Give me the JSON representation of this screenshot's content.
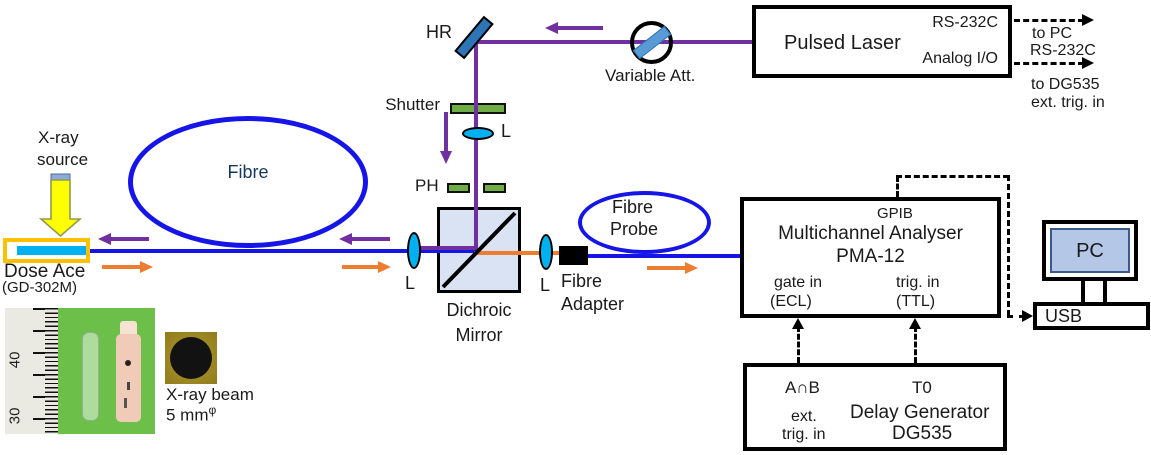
{
  "colors": {
    "laser_purple": "#7030A0",
    "luminescence_orange": "#ED7D31",
    "fibre_blue": "#1515E8",
    "optic_green": "#70AD47",
    "lens_cyan": "#00B0F0",
    "mirror_blue": "#2E75B6",
    "dichroic_fill": "#DAE3F3",
    "pc_screen_blue": "#B4C7E7",
    "dose_ace_gold": "#FFC000",
    "xray_arrow_yellow": "#FFFF00"
  },
  "xray": {
    "label_line1": "X-ray",
    "label_line2": "source"
  },
  "dose_ace": {
    "name": "Dose Ace",
    "model": "(GD-302M)"
  },
  "fibre_loop": {
    "label": "Fibre"
  },
  "optics": {
    "hr": "HR",
    "shutter": "Shutter",
    "lens": "L",
    "pinhole": "PH",
    "variable_att": "Variable Att.",
    "dichroic_line1": "Dichroic",
    "dichroic_line2": "Mirror",
    "adapter_line1": "Fibre",
    "adapter_line2": "Adapter",
    "probe_line1": "Fibre",
    "probe_line2": "Probe"
  },
  "pulsed_laser": {
    "name": "Pulsed Laser",
    "port_top": "RS-232C",
    "port_bottom": "Analog I/O",
    "out_top_line1": "to PC",
    "out_top_line2": "RS-232C",
    "out_bottom_line1": "to DG535",
    "out_bottom_line2": "ext. trig. in"
  },
  "analyser": {
    "gpib": "GPIB",
    "name_line1": "Multichannel Analyser",
    "name_line2": "PMA-12",
    "gate_line1": "gate in",
    "gate_line2": "(ECL)",
    "trig_line1": "trig. in",
    "trig_line2": "(TTL)"
  },
  "delay_generator": {
    "port_a": "A∩B",
    "port_t0": "T0",
    "ext_line1": "ext.",
    "ext_line2": "trig. in",
    "name_line1": "Delay Generator",
    "name_line2": "DG535"
  },
  "pc": {
    "label": "PC",
    "usb": "USB"
  },
  "photo": {
    "ruler_num_top": "40",
    "ruler_num_bottom": "30",
    "beam_caption": "X-ray beam",
    "beam_size": "5 mm",
    "beam_size_sup": "φ"
  }
}
